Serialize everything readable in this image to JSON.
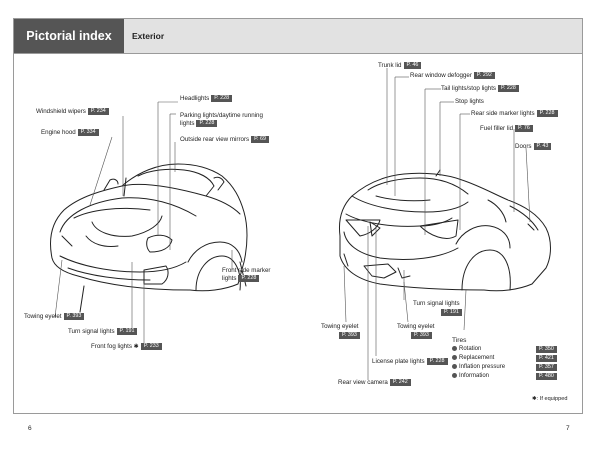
{
  "header": {
    "title": "Pictorial index",
    "subtitle": "Exterior"
  },
  "front_labels": {
    "windshield_wipers": {
      "text": "Windshield wipers",
      "page": "P. 234"
    },
    "engine_hood": {
      "text": "Engine hood",
      "page": "P. 334"
    },
    "headlights": {
      "text": "Headlights",
      "page": "P. 228"
    },
    "parking_lights": {
      "text": "Parking lights/daytime running lights",
      "page": "P. 228"
    },
    "outside_mirrors": {
      "text": "Outside rear view mirrors",
      "page": "P. 69"
    },
    "front_side_marker": {
      "text": "Front side marker lights",
      "page": "P. 228"
    },
    "towing_eyelet": {
      "text": "Towing eyelet",
      "page": "P. 393"
    },
    "turn_signal": {
      "text": "Turn signal lights",
      "page": "P. 191"
    },
    "fog_lights": {
      "text": "Front fog lights",
      "star": "✱",
      "page": "P. 233"
    }
  },
  "rear_labels": {
    "trunk_lid": {
      "text": "Trunk lid",
      "page": "P. 46"
    },
    "rear_defogger": {
      "text": "Rear window defogger",
      "page": "P. 292"
    },
    "tail_lights": {
      "text": "Tail lights/stop lights",
      "page": "P. 228"
    },
    "stop_lights": {
      "text": "Stop lights"
    },
    "rear_side_marker": {
      "text": "Rear side marker lights",
      "page": "P. 228"
    },
    "fuel_lid": {
      "text": "Fuel filler lid",
      "page": "P. 76"
    },
    "doors": {
      "text": "Doors",
      "page": "P. 43"
    },
    "turn_signal": {
      "text": "Turn signal lights",
      "page": "P. 191"
    },
    "towing_eyelet_left": {
      "text": "Towing eyelet",
      "page": "P. 393"
    },
    "towing_eyelet_right": {
      "text": "Towing eyelet",
      "page": "P. 393"
    },
    "license_plate": {
      "text": "License plate lights",
      "page": "P. 228"
    },
    "rear_camera": {
      "text": "Rear view camera",
      "page": "P. 242"
    }
  },
  "tires": {
    "title": "Tires",
    "items": [
      {
        "label": "Rotation",
        "page": "P. 350"
      },
      {
        "label": "Replacement",
        "page": "P. 421"
      },
      {
        "label": "Inflation pressure",
        "page": "P. 357"
      },
      {
        "label": "Information",
        "page": "P. 480"
      }
    ]
  },
  "footnote": {
    "star": "✱",
    "text": ": If equipped"
  },
  "page_numbers": {
    "left": "6",
    "right": "7"
  }
}
